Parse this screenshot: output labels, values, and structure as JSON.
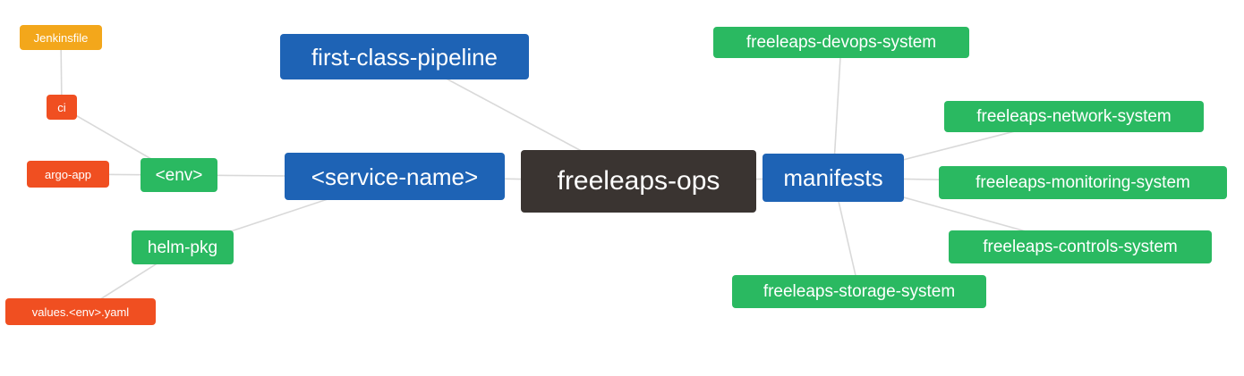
{
  "diagram": {
    "title": "freeleaps-ops mind map",
    "nodes": {
      "jenkinsfile": {
        "label": "Jenkinsfile",
        "color": "#f3a71b"
      },
      "ci": {
        "label": "ci",
        "color": "#f04f21"
      },
      "argo_app": {
        "label": "argo-app",
        "color": "#f04f21"
      },
      "env": {
        "label": "<env>",
        "color": "#2ab961"
      },
      "helm_pkg": {
        "label": "helm-pkg",
        "color": "#2ab961"
      },
      "values_env_yaml": {
        "label": "values.<env>.yaml",
        "color": "#f04f21"
      },
      "first_class_pipeline": {
        "label": "first-class-pipeline",
        "color": "#1e63b5"
      },
      "service_name": {
        "label": "<service-name>",
        "color": "#1e63b5"
      },
      "freeleaps_ops": {
        "label": "freeleaps-ops",
        "color": "#3a3431"
      },
      "manifests": {
        "label": "manifests",
        "color": "#1e63b5"
      },
      "devops_system": {
        "label": "freeleaps-devops-system",
        "color": "#2ab961"
      },
      "network_system": {
        "label": "freeleaps-network-system",
        "color": "#2ab961"
      },
      "monitoring_system": {
        "label": "freeleaps-monitoring-system",
        "color": "#2ab961"
      },
      "controls_system": {
        "label": "freeleaps-controls-system",
        "color": "#2ab961"
      },
      "storage_system": {
        "label": "freeleaps-storage-system",
        "color": "#2ab961"
      }
    },
    "edges": [
      "jenkinsfile -> ci",
      "ci -> env",
      "argo_app -> env",
      "env -> service_name",
      "helm_pkg -> service_name",
      "values_env_yaml -> helm_pkg",
      "first_class_pipeline -> freeleaps_ops",
      "service_name -> freeleaps_ops",
      "freeleaps_ops -> manifests",
      "manifests -> devops_system",
      "manifests -> network_system",
      "manifests -> monitoring_system",
      "manifests -> controls_system",
      "manifests -> storage_system"
    ],
    "colors": {
      "edge": "#d9d9d9",
      "background": "#ffffff",
      "text": "#ffffff"
    }
  }
}
